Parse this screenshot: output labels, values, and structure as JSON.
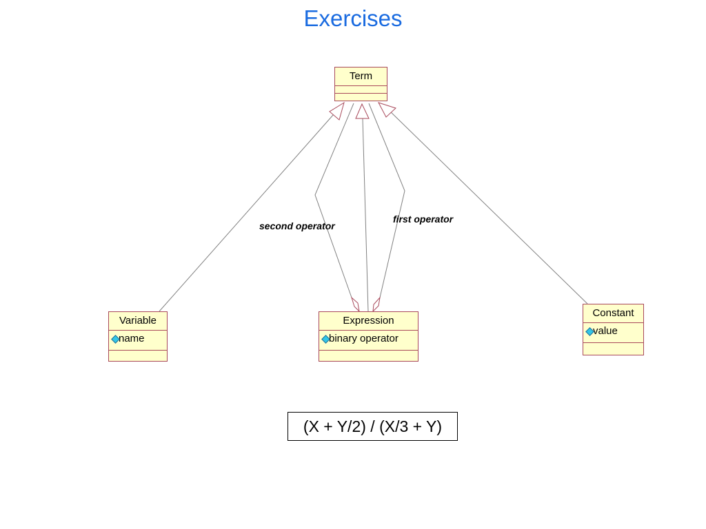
{
  "title": "Exercises",
  "classes": {
    "term": {
      "name": "Term"
    },
    "variable": {
      "name": "Variable",
      "attribute": "name"
    },
    "expression": {
      "name": "Expression",
      "attribute": "binary operator"
    },
    "constant": {
      "name": "Constant",
      "attribute": "value"
    }
  },
  "roles": {
    "second": "second operator",
    "first": "first operator"
  },
  "formula": "(X + Y/2) / (X/3 + Y)",
  "colors": {
    "title": "#1a6be0",
    "class_fill": "#ffffcc",
    "class_border": "#a8485a",
    "attribute_icon": "#33c6e6"
  }
}
